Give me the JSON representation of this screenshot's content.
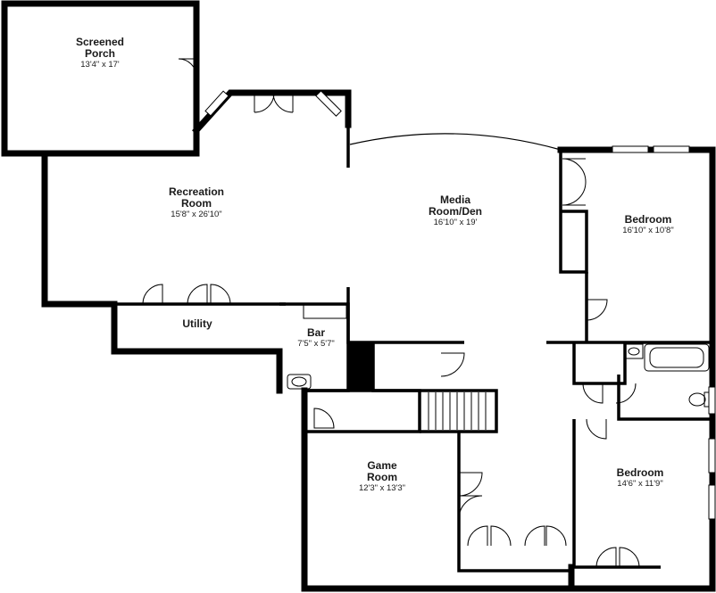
{
  "rooms": {
    "screened_porch": {
      "name_line1": "Screened",
      "name_line2": "Porch",
      "dims": "13'4\" x 17'"
    },
    "recreation_room": {
      "name_line1": "Recreation",
      "name_line2": "Room",
      "dims": "15'8\" x 26'10\""
    },
    "media_room": {
      "name_line1": "Media",
      "name_line2": "Room/Den",
      "dims": "16'10\" x 19'"
    },
    "bedroom_upper": {
      "name": "Bedroom",
      "dims": "16'10\" x 10'8\""
    },
    "utility": {
      "name": "Utility"
    },
    "bar": {
      "name": "Bar",
      "dims": "7'5\" x 5'7\""
    },
    "game_room": {
      "name_line1": "Game",
      "name_line2": "Room",
      "dims": "12'3\" x 13'3\""
    },
    "bedroom_lower": {
      "name": "Bedroom",
      "dims": "14'6\" x 11'9\""
    }
  }
}
